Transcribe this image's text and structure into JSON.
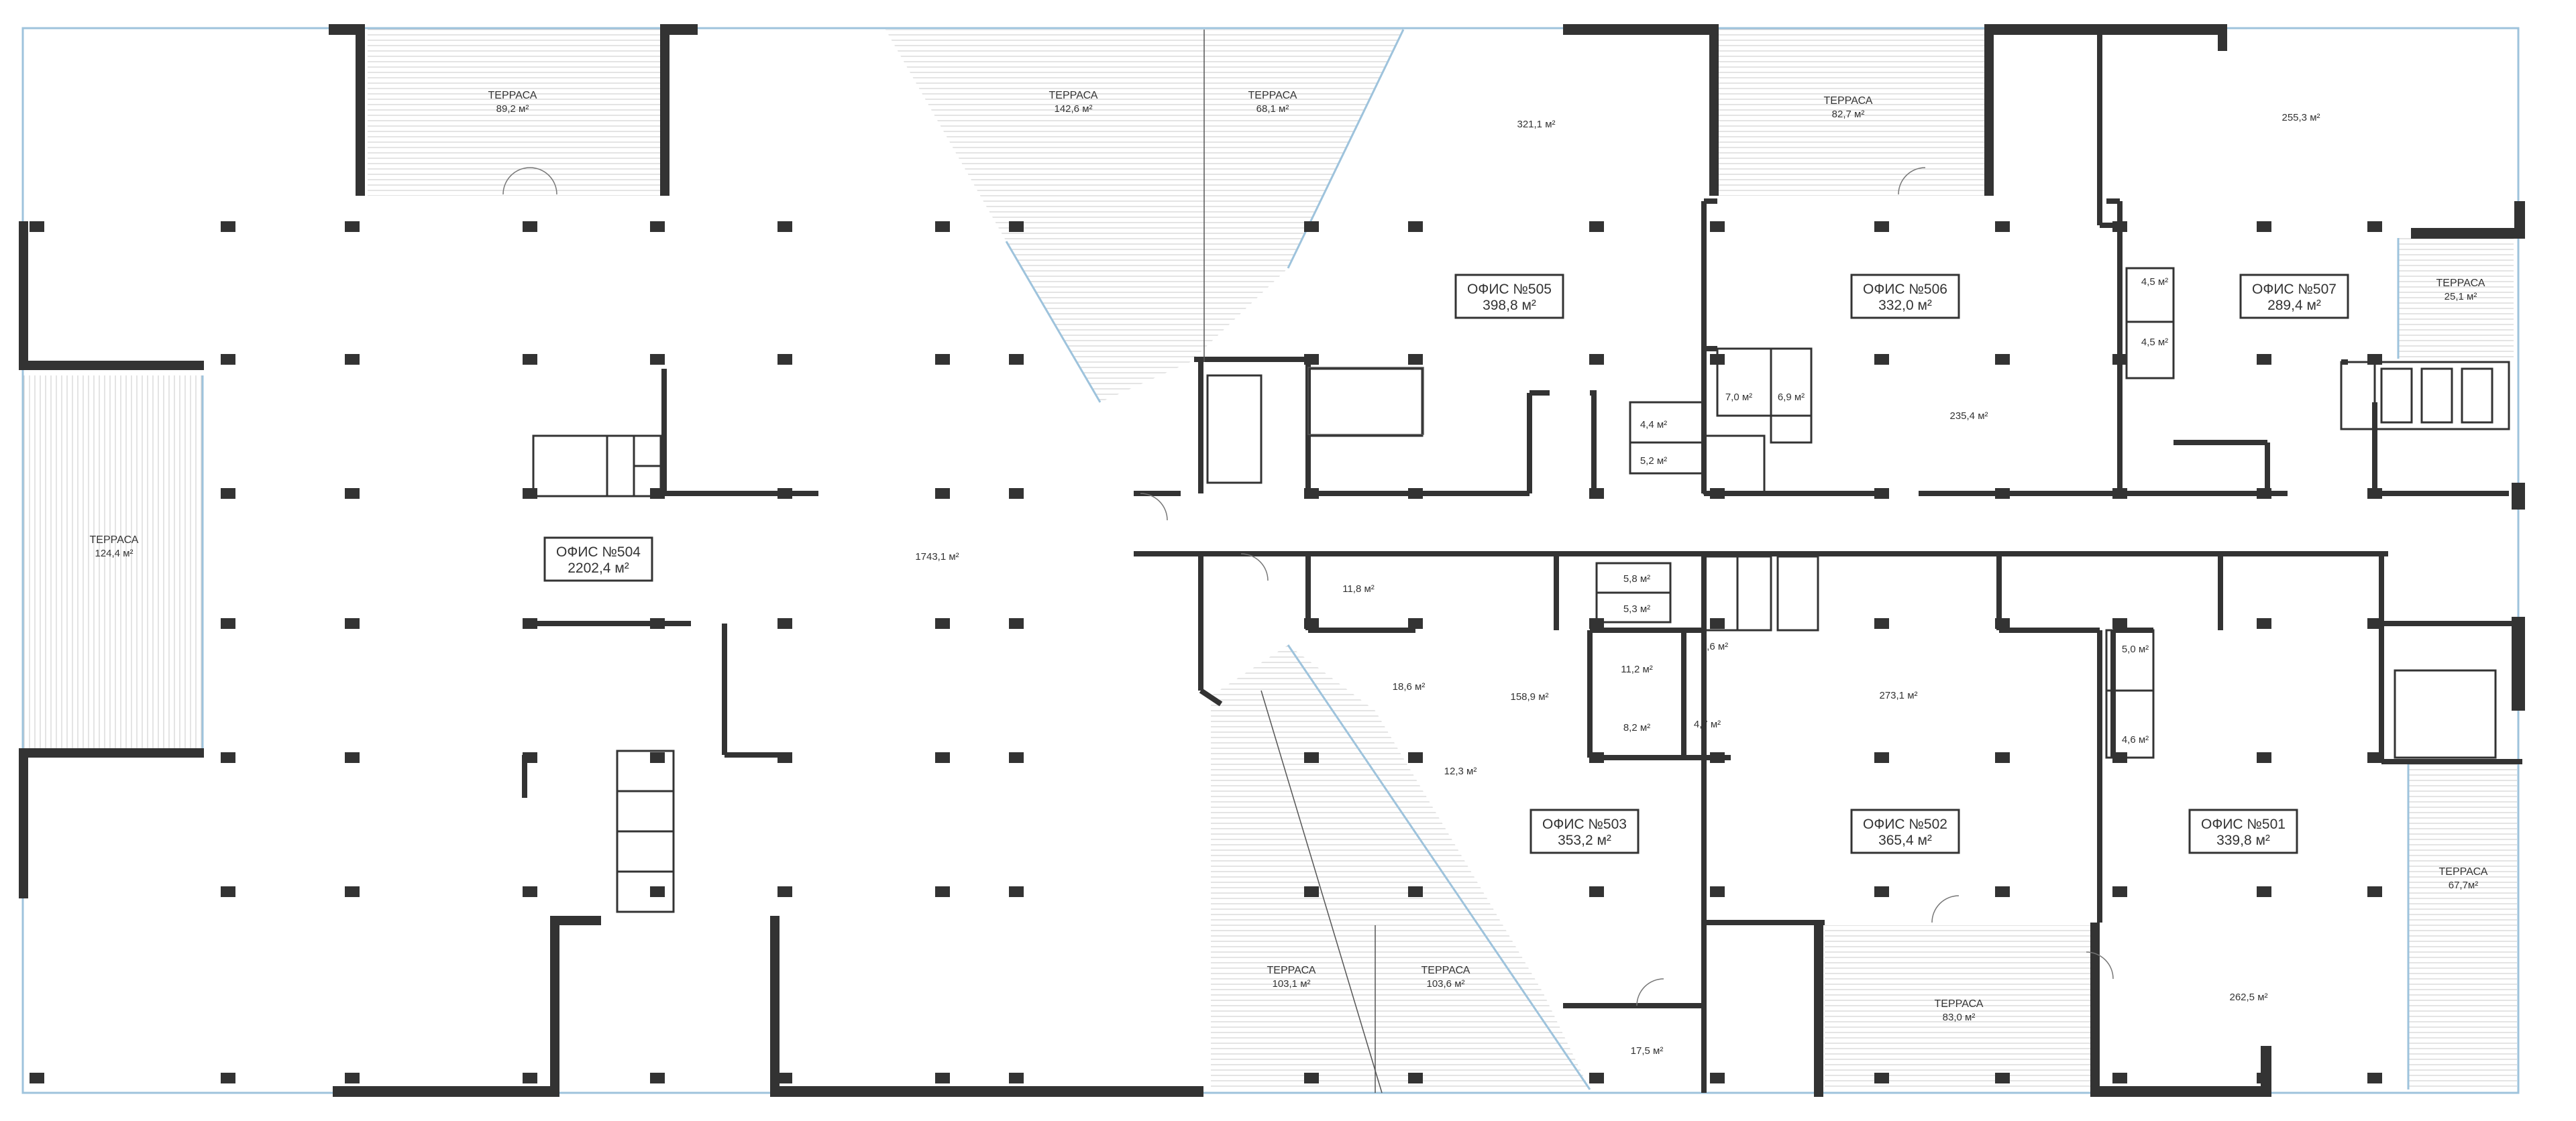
{
  "offices": [
    {
      "id": "501",
      "name": "ОФИС №501",
      "area": "339,8 м²"
    },
    {
      "id": "502",
      "name": "ОФИС №502",
      "area": "365,4 м²"
    },
    {
      "id": "503",
      "name": "ОФИС №503",
      "area": "353,2 м²"
    },
    {
      "id": "504",
      "name": "ОФИС №504",
      "area": "2202,4 м²"
    },
    {
      "id": "505",
      "name": "ОФИС №505",
      "area": "398,8 м²"
    },
    {
      "id": "506",
      "name": "ОФИС №506",
      "area": "332,0 м²"
    },
    {
      "id": "507",
      "name": "ОФИС №507",
      "area": "289,4 м²"
    }
  ],
  "terraces": [
    {
      "name": "ТЕРРАСА",
      "area": "89,2 м²"
    },
    {
      "name": "ТЕРРАСА",
      "area": "142,6 м²"
    },
    {
      "name": "ТЕРРАСА",
      "area": "68,1 м²"
    },
    {
      "name": "ТЕРРАСА",
      "area": "82,7 м²"
    },
    {
      "name": "ТЕРРАСА",
      "area": "25,1 м²"
    },
    {
      "name": "ТЕРРАСА",
      "area": "124,4 м²"
    },
    {
      "name": "ТЕРРАСА",
      "area": "103,1 м²"
    },
    {
      "name": "ТЕРРАСА",
      "area": "103,6 м²"
    },
    {
      "name": "ТЕРРАСА",
      "area": "83,0 м²"
    },
    {
      "name": "ТЕРРАСА",
      "area": "67,7м²"
    }
  ],
  "rooms": [
    "321,1 м²",
    "255,3 м²",
    "1743,1 м²",
    "235,4 м²",
    "4,5 м²",
    "4,5 м²",
    "4,4 м²",
    "5,2 м²",
    "7,0 м²",
    "6,9 м²",
    "11,8 м²",
    "5,8 м²",
    "5,3 м²",
    "4,6 м²",
    "11,2 м²",
    "8,2 м²",
    "4,7 м²",
    "18,6 м²",
    "158,9 м²",
    "12,3 м²",
    "273,1 м²",
    "5,0 м²",
    "4,6 м²",
    "262,5 м²",
    "17,5 м²"
  ]
}
